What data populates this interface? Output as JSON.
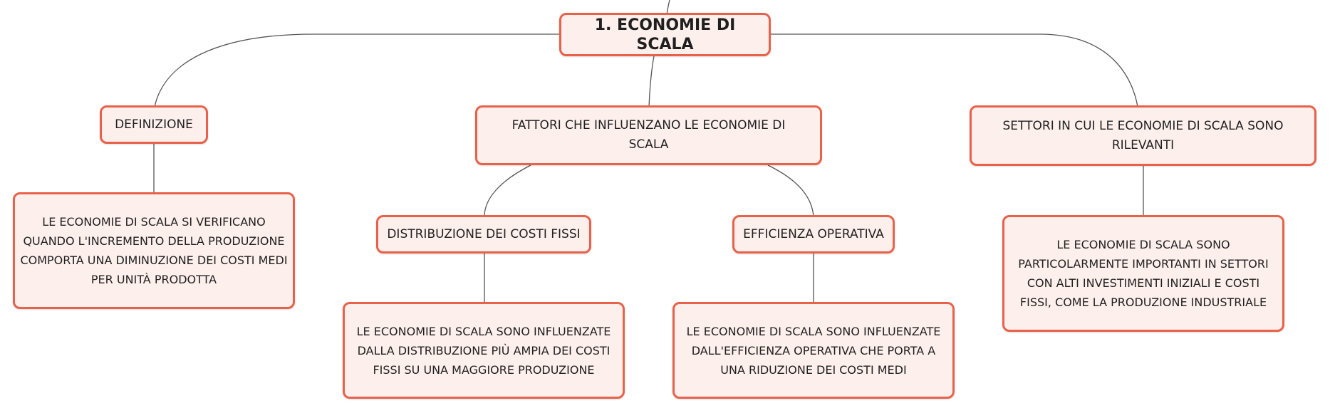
{
  "root": {
    "label": "1. ECONOMIE DI SCALA"
  },
  "branches": {
    "definizione": {
      "label": "DEFINIZIONE",
      "detail": "LE ECONOMIE DI SCALA SI VERIFICANO QUANDO L'INCREMENTO DELLA PRODUZIONE COMPORTA UNA DIMINUZIONE DEI COSTI MEDI PER UNITÀ PRODOTTA"
    },
    "fattori": {
      "label": "FATTORI CHE INFLUENZANO LE ECONOMIE DI SCALA",
      "children": [
        {
          "label": "DISTRIBUZIONE DEI COSTI FISSI",
          "detail": "LE ECONOMIE DI SCALA SONO INFLUENZATE DALLA DISTRIBUZIONE PIÙ AMPIA DEI COSTI FISSI SU UNA MAGGIORE PRODUZIONE"
        },
        {
          "label": "EFFICIENZA OPERATIVA",
          "detail": "LE ECONOMIE DI SCALA SONO INFLUENZATE DALL'EFFICIENZA OPERATIVA CHE PORTA A UNA RIDUZIONE DEI COSTI MEDI"
        }
      ]
    },
    "settori": {
      "label": "SETTORI IN CUI LE ECONOMIE DI SCALA SONO RILEVANTI",
      "detail": "LE ECONOMIE DI SCALA SONO PARTICOLARMENTE IMPORTANTI IN SETTORI CON ALTI INVESTIMENTI INIZIALI E COSTI FISSI, COME LA PRODUZIONE INDUSTRIALE"
    }
  },
  "colors": {
    "node_fill": "#fdf0ec",
    "node_border": "#e8614a",
    "connector": "#555555"
  }
}
